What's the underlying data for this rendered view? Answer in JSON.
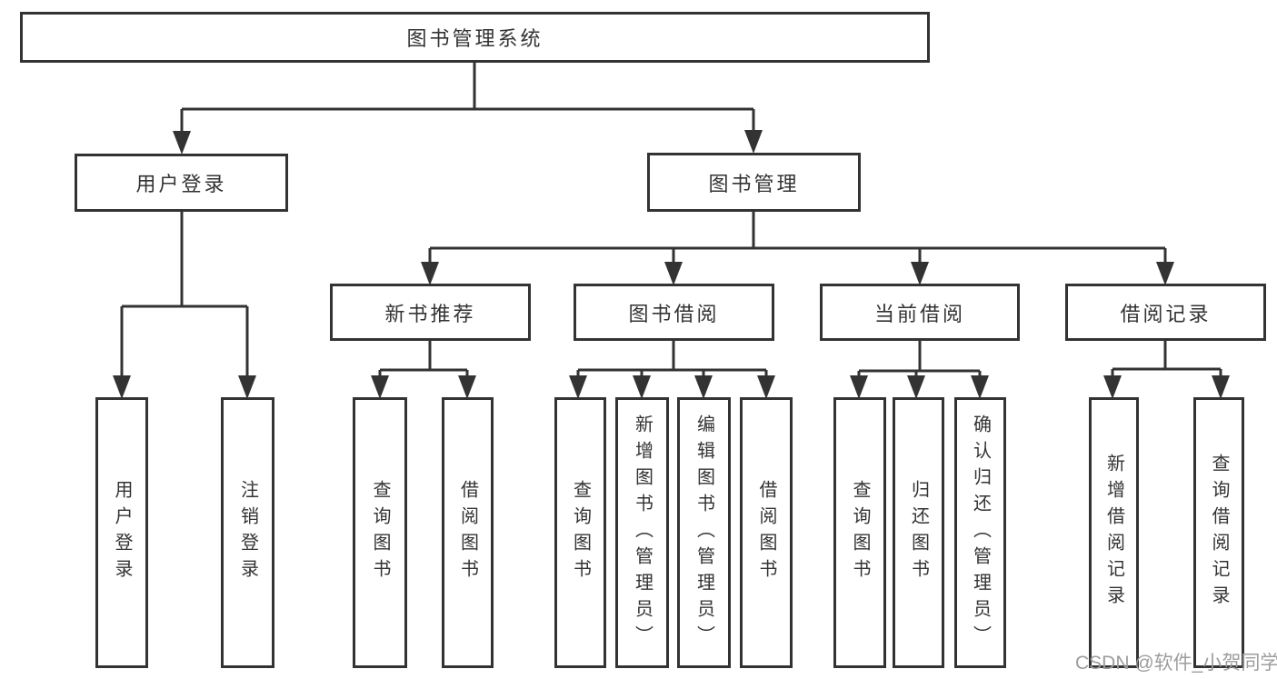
{
  "nodes": {
    "root": "图书管理系统",
    "user_login": "用户登录",
    "book_mgmt": "图书管理",
    "new_books": "新书推荐",
    "book_borrow": "图书借阅",
    "current_borrow": "当前借阅",
    "borrow_records": "借阅记录",
    "leaves": {
      "user_login_children": [
        "用户登录",
        "注销登录"
      ],
      "new_books_children": [
        "查询图书",
        "借阅图书"
      ],
      "book_borrow_children": [
        "查询图书",
        "新增图书（管理员）",
        "编辑图书（管理员）",
        "借阅图书"
      ],
      "current_borrow_children": [
        "查询图书",
        "归还图书",
        "确认归还（管理员）"
      ],
      "borrow_records_children": [
        "新增借阅记录",
        "查询借阅记录"
      ]
    }
  },
  "watermark": "CSDN @软件_小贺同学",
  "colors": {
    "border": "#333333",
    "text": "#333333",
    "watermark": "#9d9d9d",
    "background": "#ffffff"
  }
}
